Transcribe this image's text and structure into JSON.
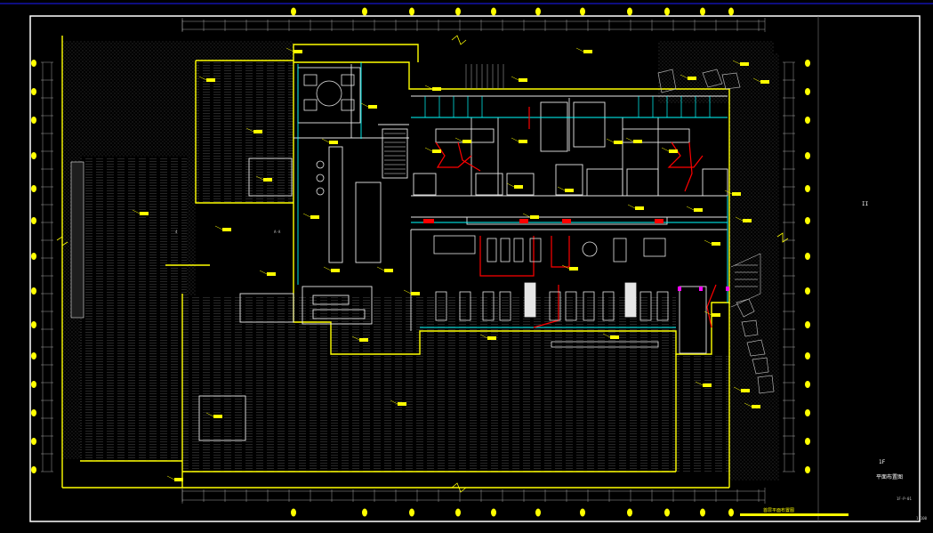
{
  "drawing": {
    "colors": {
      "background": "#000000",
      "frame": "#ffffff",
      "wall": "#ffff00",
      "hatch": "#6e6e6e",
      "interior": "#e6e6e6",
      "glass": "#00ffff",
      "pipe": "#ff0000",
      "magenta": "#ff00ff",
      "top_line": "#1a1aff"
    },
    "sheet_number": "1F-P-01",
    "title_block_label": "1F",
    "title_note": "平面布置图",
    "bottom_title": "首层平面布置图",
    "scale_note": "1:100",
    "side_mark": "II",
    "section_note": "A-A",
    "center_note": "4"
  }
}
